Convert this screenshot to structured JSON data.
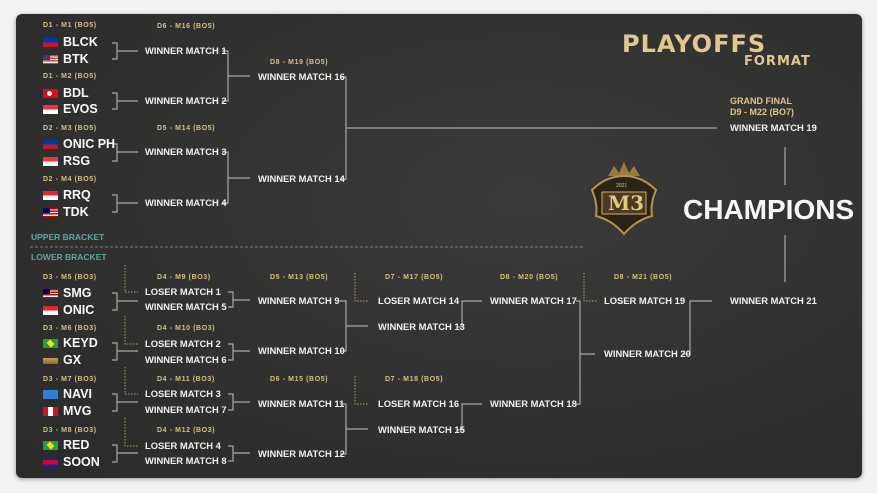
{
  "header": {
    "title": "PLAYOFFS",
    "subtitle": "FORMAT"
  },
  "colors": {
    "gold": "#d9bf85",
    "teal": "#5fa5a3",
    "line": "#a8a8a8",
    "panel": "#313130"
  },
  "upper_bracket": {
    "label": "UPPER BRACKET",
    "round1": [
      {
        "header": "D1 - M1 (BO5)",
        "teams": [
          {
            "name": "BLCK",
            "flag": "ph"
          },
          {
            "name": "BTK",
            "flag": "us"
          }
        ]
      },
      {
        "header": "D1 - M2 (BO5)",
        "teams": [
          {
            "name": "BDL",
            "flag": "tr"
          },
          {
            "name": "EVOS",
            "flag": "sg"
          }
        ]
      },
      {
        "header": "D2 - M3 (BO5)",
        "teams": [
          {
            "name": "ONIC PH",
            "flag": "ph"
          },
          {
            "name": "RSG",
            "flag": "sg"
          }
        ]
      },
      {
        "header": "D2 - M4 (BO5)",
        "teams": [
          {
            "name": "RRQ",
            "flag": "id"
          },
          {
            "name": "TDK",
            "flag": "my"
          }
        ]
      }
    ],
    "round2": {
      "headers": [
        "D6 - M16 (BO5)",
        "D5 - M14 (BO5)"
      ],
      "slots": [
        "WINNER MATCH 1",
        "WINNER MATCH 2",
        "WINNER MATCH 3",
        "WINNER MATCH 4"
      ]
    },
    "round3": {
      "header": "D8 - M19 (BO5)",
      "slots": [
        "WINNER MATCH 16",
        "WINNER MATCH 14"
      ]
    }
  },
  "lower_bracket": {
    "label": "LOWER BRACKET",
    "round1": [
      {
        "header": "D3 - M5 (BO3)",
        "teams": [
          {
            "name": "SMG",
            "flag": "my"
          },
          {
            "name": "ONIC",
            "flag": "id"
          }
        ]
      },
      {
        "header": "D3 - M6 (BO3)",
        "teams": [
          {
            "name": "KEYD",
            "flag": "br"
          },
          {
            "name": "GX",
            "flag": "gx"
          }
        ]
      },
      {
        "header": "D3 - M7 (BO3)",
        "teams": [
          {
            "name": "NAVI",
            "flag": "navi"
          },
          {
            "name": "MVG",
            "flag": "pe"
          }
        ]
      },
      {
        "header": "D3 - M8 (BO3)",
        "teams": [
          {
            "name": "RED",
            "flag": "br"
          },
          {
            "name": "SOON",
            "flag": "kh"
          }
        ]
      }
    ],
    "round2": {
      "headers": [
        "D4 - M9 (BO3)",
        "D4 - M10 (BO3)",
        "D4 - M11 (BO3)",
        "D4 - M12 (BO3)"
      ],
      "slots": [
        "LOSER MATCH 1",
        "WINNER MATCH 5",
        "LOSER MATCH 2",
        "WINNER MATCH 6",
        "LOSER MATCH 3",
        "WINNER MATCH 7",
        "LOSER MATCH 4",
        "WINNER MATCH 8"
      ]
    },
    "round3": {
      "headers": [
        "D5 - M13 (BO5)",
        "D6 - M15 (BO5)"
      ],
      "slots": [
        "WINNER MATCH 9",
        "WINNER MATCH 10",
        "WINNER MATCH 11",
        "WINNER MATCH 12"
      ]
    },
    "round4": {
      "headers": [
        "D7 - M17 (BO5)",
        "D7 - M18 (BO5)"
      ],
      "slots": [
        "LOSER MATCH 14",
        "WINNER MATCH 13",
        "LOSER MATCH 16",
        "WINNER MATCH 15"
      ]
    },
    "round5": {
      "header": "D8 - M20 (BO5)",
      "slots": [
        "WINNER MATCH 17",
        "WINNER MATCH 18"
      ]
    },
    "round6": {
      "header": "D8 - M21 (BO5)",
      "slots": [
        "LOSER MATCH 19",
        "WINNER MATCH 20"
      ]
    }
  },
  "grand_final": {
    "title": "GRAND FINAL",
    "header": "D9 - M22 (BO7)",
    "slots": [
      "WINNER MATCH 19",
      "WINNER MATCH 21"
    ]
  },
  "champions": "CHAMPIONS",
  "logo": {
    "text": "M3",
    "year": "2021"
  }
}
